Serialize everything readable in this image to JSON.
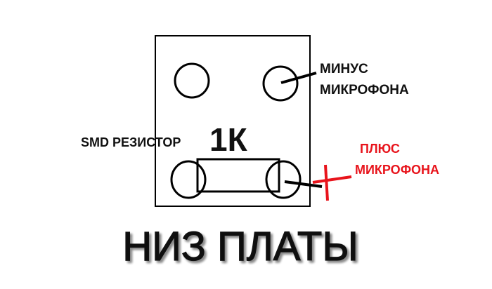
{
  "labels": {
    "minus_line1": "МИНУС",
    "minus_line2": "МИКРОФОНА",
    "plus_line1": "ПЛЮС",
    "plus_line2": "МИКРОФОНА",
    "smd_resistor": "SMD РЕЗИСТОР",
    "resistor_value": "1К",
    "board_bottom": "НИЗ ПЛАТЫ"
  },
  "colors": {
    "outline": "#000000",
    "plus_accent": "#e8141c",
    "background": "#ffffff"
  }
}
